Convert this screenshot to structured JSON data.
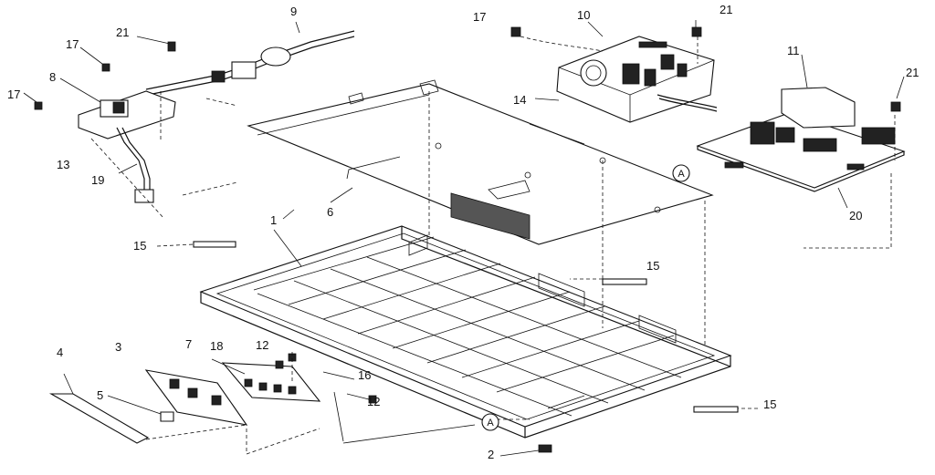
{
  "diagram": {
    "callouts": {
      "c1": "1",
      "c2": "2",
      "c3": "3",
      "c4": "4",
      "c5": "5",
      "c6": "6",
      "c7": "7",
      "c8": "8",
      "c9": "9",
      "c10": "10",
      "c11": "11",
      "c12a": "12",
      "c12b": "12",
      "c13": "13",
      "c14": "14",
      "c15a": "15",
      "c15b": "15",
      "c15c": "15",
      "c16": "16",
      "c17a": "17",
      "c17b": "17",
      "c17c": "17",
      "c18": "18",
      "c19": "19",
      "c20": "20",
      "c21a": "21",
      "c21b": "21",
      "c21c": "21"
    },
    "markers": {
      "m1": "A",
      "m2": "A"
    }
  }
}
